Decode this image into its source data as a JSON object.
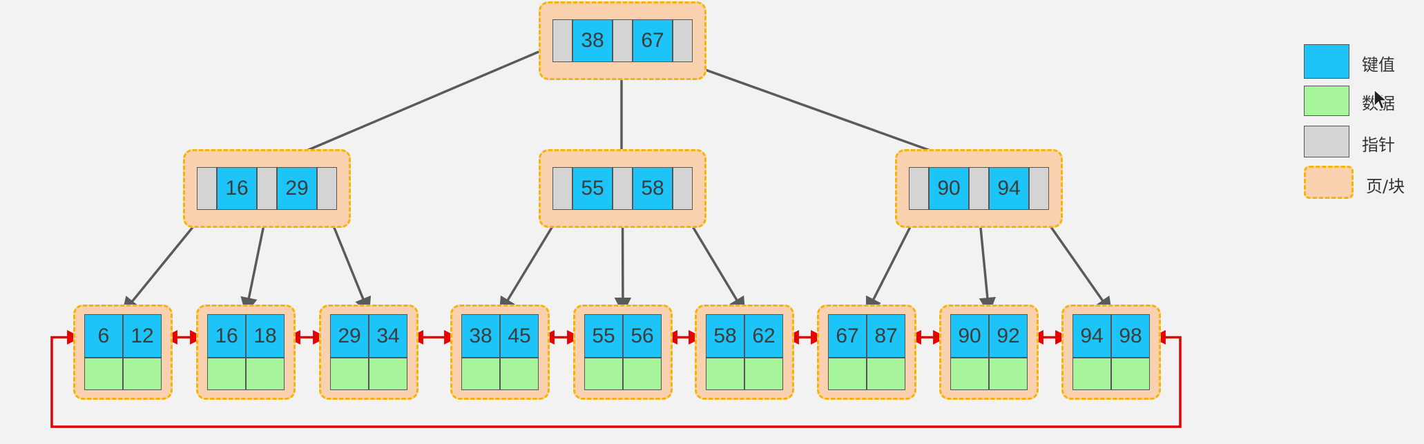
{
  "tree": {
    "root": {
      "keys": [
        "38",
        "67"
      ]
    },
    "internal": [
      {
        "keys": [
          "16",
          "29"
        ]
      },
      {
        "keys": [
          "55",
          "58"
        ]
      },
      {
        "keys": [
          "90",
          "94"
        ]
      }
    ],
    "leaves": [
      {
        "keys": [
          "6",
          "12"
        ]
      },
      {
        "keys": [
          "16",
          "18"
        ]
      },
      {
        "keys": [
          "29",
          "34"
        ]
      },
      {
        "keys": [
          "38",
          "45"
        ]
      },
      {
        "keys": [
          "55",
          "56"
        ]
      },
      {
        "keys": [
          "58",
          "62"
        ]
      },
      {
        "keys": [
          "67",
          "87"
        ]
      },
      {
        "keys": [
          "90",
          "92"
        ]
      },
      {
        "keys": [
          "94",
          "98"
        ]
      }
    ]
  },
  "legend": {
    "key": "键值",
    "data": "数据",
    "pointer": "指针",
    "page": "页/块"
  },
  "colors": {
    "key": "#1cc4f8",
    "data": "#a6f59a",
    "pointer": "#d4d4d4",
    "page_fill": "#f9d1ae",
    "page_border": "#f5b400",
    "tree_edge": "#5a5a5a",
    "leaf_link": "#e60000"
  }
}
